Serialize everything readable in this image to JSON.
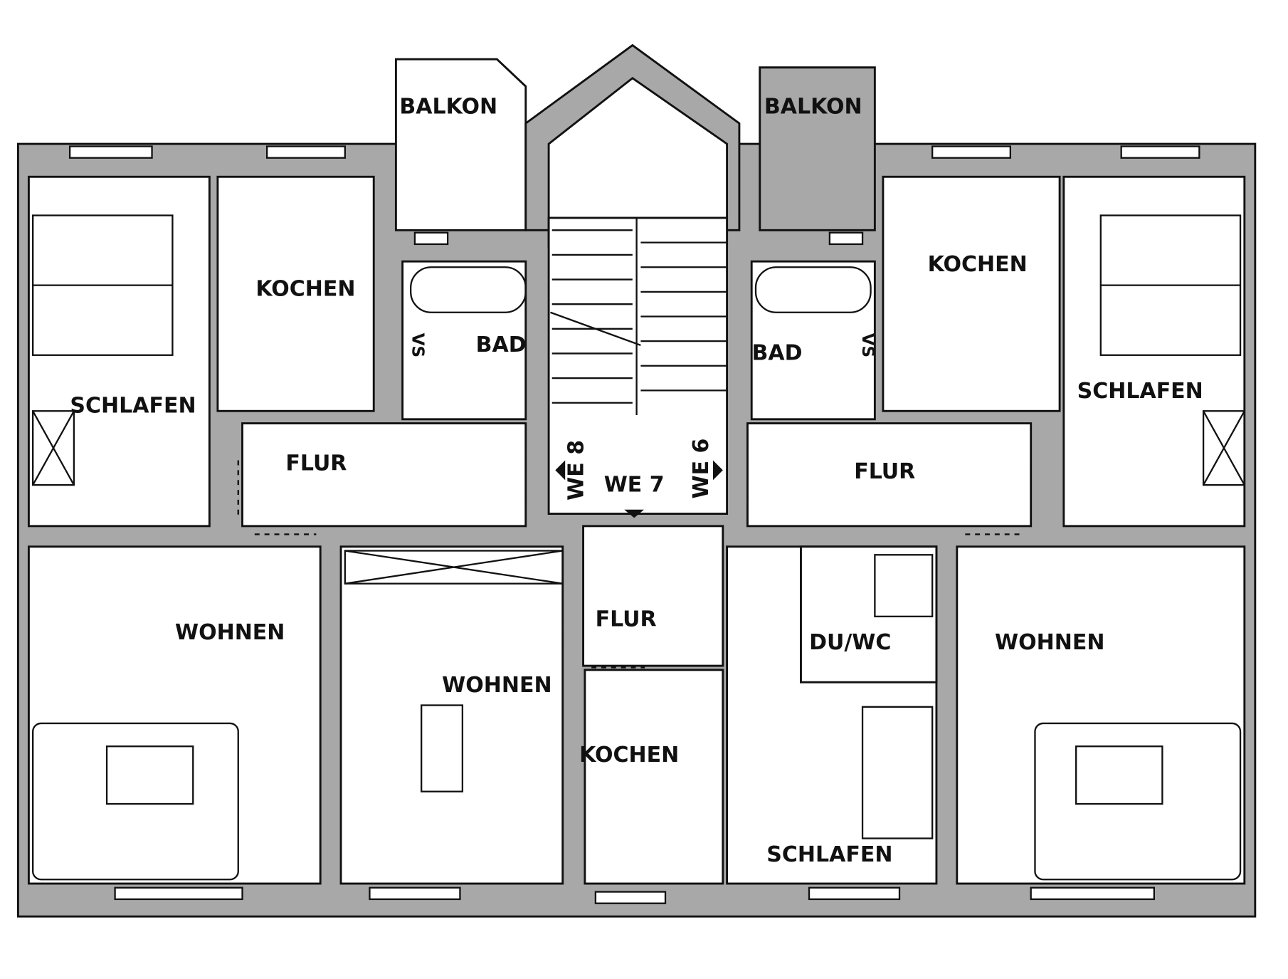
{
  "plan": {
    "balkon_left": "BALKON",
    "balkon_right": "BALKON",
    "kochen_left": "KOCHEN",
    "kochen_right": "KOCHEN",
    "kochen_mid": "KOCHEN",
    "bad_left": "BAD",
    "bad_right": "BAD",
    "schlafen_left": "SCHLAFEN",
    "schlafen_right": "SCHLAFEN",
    "schlafen_mid": "SCHLAFEN",
    "flur_left": "FLUR",
    "flur_right": "FLUR",
    "flur_mid": "FLUR",
    "wohnen_left": "WOHNEN",
    "wohnen_mid": "WOHNEN",
    "wohnen_right": "WOHNEN",
    "du_wc": "DU/WC",
    "we_8": "WE 8",
    "we_7": "WE 7",
    "we_6": "WE 6",
    "vs": "VS"
  }
}
